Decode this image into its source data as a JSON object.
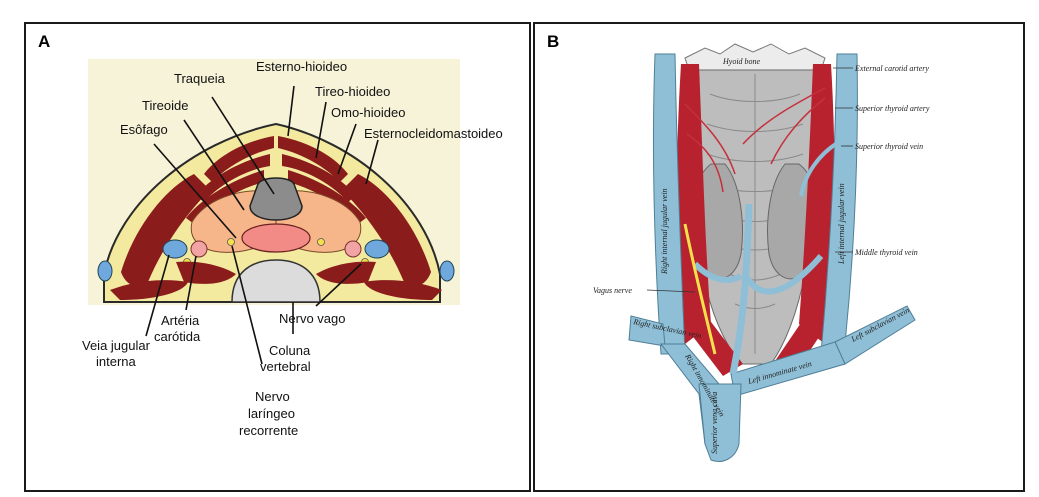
{
  "panels": {
    "a": {
      "letter": "A",
      "labels": {
        "esterno_hioideo": "Esterno-hioideo",
        "traqueia": "Traqueia",
        "tireo_hioideo": "Tireo-hioideo",
        "tireoide": "Tireoide",
        "omo_hioideo": "Omo-hioideo",
        "esofago": "Esôfago",
        "esternocleidomastoideo": "Esternocleidomastoideo",
        "veia_jugular_1": "Veia jugular",
        "veia_jugular_2": "interna",
        "arteria_1": "Artéria",
        "arteria_2": "carótida",
        "nervo_vago": "Nervo vago",
        "coluna_1": "Coluna",
        "coluna_2": "vertebral",
        "laringeo_1": "Nervo",
        "laringeo_2": "laríngeo",
        "laringeo_3": "recorrente"
      }
    },
    "b": {
      "letter": "B",
      "labels": {
        "hyoid_bone": "Hyoid bone",
        "external_carotid": "External carotid artery",
        "superior_thyroid_artery": "Superior thyroid artery",
        "superior_thyroid_vein": "Superior thyroid vein",
        "middle_thyroid_vein": "Middle thyroid vein",
        "vagus_nerve": "Vagus nerve",
        "right_ijv": "Right internal jugular vein",
        "left_ijv": "Left internal jugular vein",
        "right_subclavian": "Right subclavian vein",
        "left_subclavian": "Left subclavian vein",
        "left_innominate": "Left innominate vein",
        "right_innominate": "Right innominate vein",
        "superior_vena_cava": "Superior vena cava"
      }
    }
  },
  "colors": {
    "fascia": "#f3eaa0",
    "muscle": "#8b1c1c",
    "thyroid": "#f6b68a",
    "trachea": "#8c8c8c",
    "esophagus": "#f28b86",
    "vertebra": "#dcdcdc",
    "jugular": "#6fa8dc",
    "carotid": "#f2a3a3",
    "nerve": "#f4e04d",
    "vein_b": "#8fbfd6",
    "artery_b": "#b8222f"
  }
}
